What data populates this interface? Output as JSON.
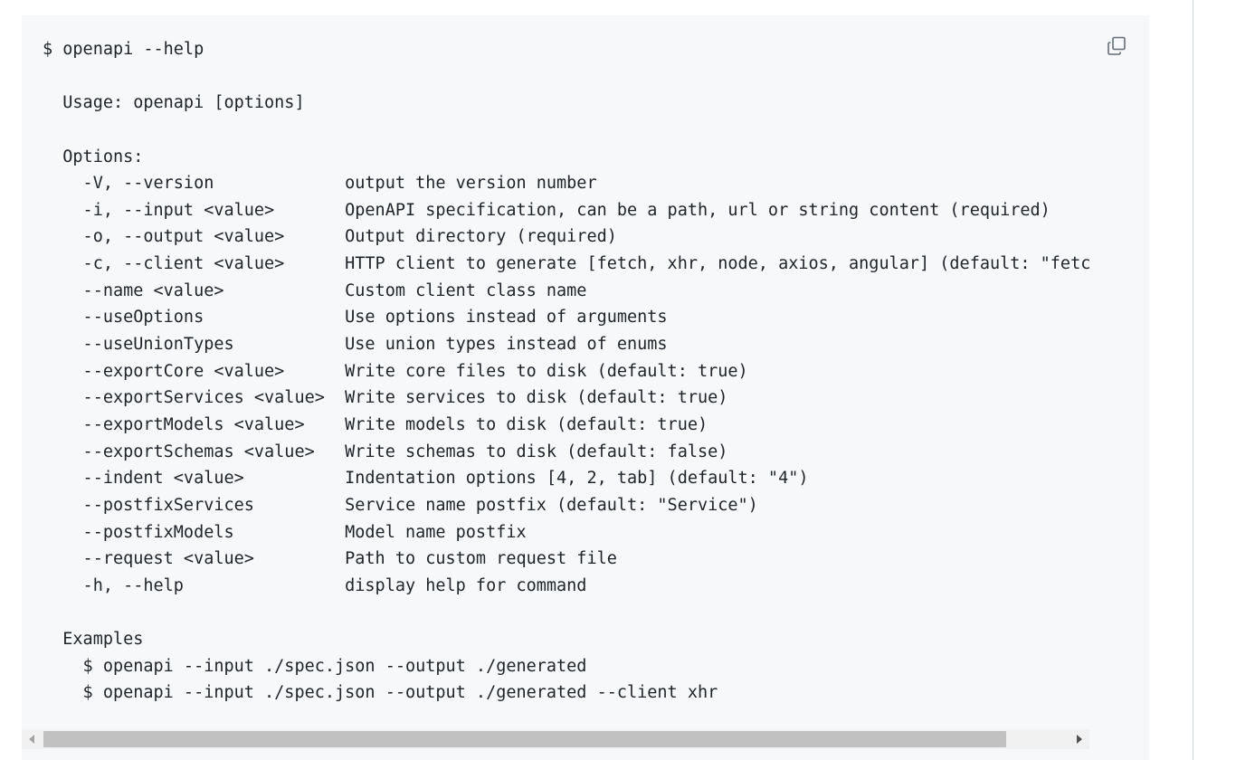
{
  "code_block": {
    "lines": [
      "$ openapi --help",
      "",
      "  Usage: openapi [options]",
      "",
      "  Options:",
      "    -V, --version             output the version number",
      "    -i, --input <value>       OpenAPI specification, can be a path, url or string content (required)",
      "    -o, --output <value>      Output directory (required)",
      "    -c, --client <value>      HTTP client to generate [fetch, xhr, node, axios, angular] (default: \"fetch\")",
      "    --name <value>            Custom client class name",
      "    --useOptions              Use options instead of arguments",
      "    --useUnionTypes           Use union types instead of enums",
      "    --exportCore <value>      Write core files to disk (default: true)",
      "    --exportServices <value>  Write services to disk (default: true)",
      "    --exportModels <value>    Write models to disk (default: true)",
      "    --exportSchemas <value>   Write schemas to disk (default: false)",
      "    --indent <value>          Indentation options [4, 2, tab] (default: \"4\")",
      "    --postfixServices         Service name postfix (default: \"Service\")",
      "    --postfixModels           Model name postfix",
      "    --request <value>         Path to custom request file",
      "    -h, --help                display help for command",
      "",
      "  Examples",
      "    $ openapi --input ./spec.json --output ./generated",
      "    $ openapi --input ./spec.json --output ./generated --client xhr"
    ]
  },
  "copy_button": {
    "icon": "copy-icon"
  },
  "scrollbar": {
    "position_fraction": 0.0,
    "visible_fraction": 0.94,
    "left_arrow_icon": "triangle-left-icon",
    "right_arrow_icon": "triangle-right-icon"
  },
  "colors": {
    "code_background": "#f6f8fa",
    "text": "#1f2328",
    "icon": "#636c76",
    "scrollbar_track": "#f1f1f1",
    "scrollbar_thumb": "#c1c1c1"
  }
}
